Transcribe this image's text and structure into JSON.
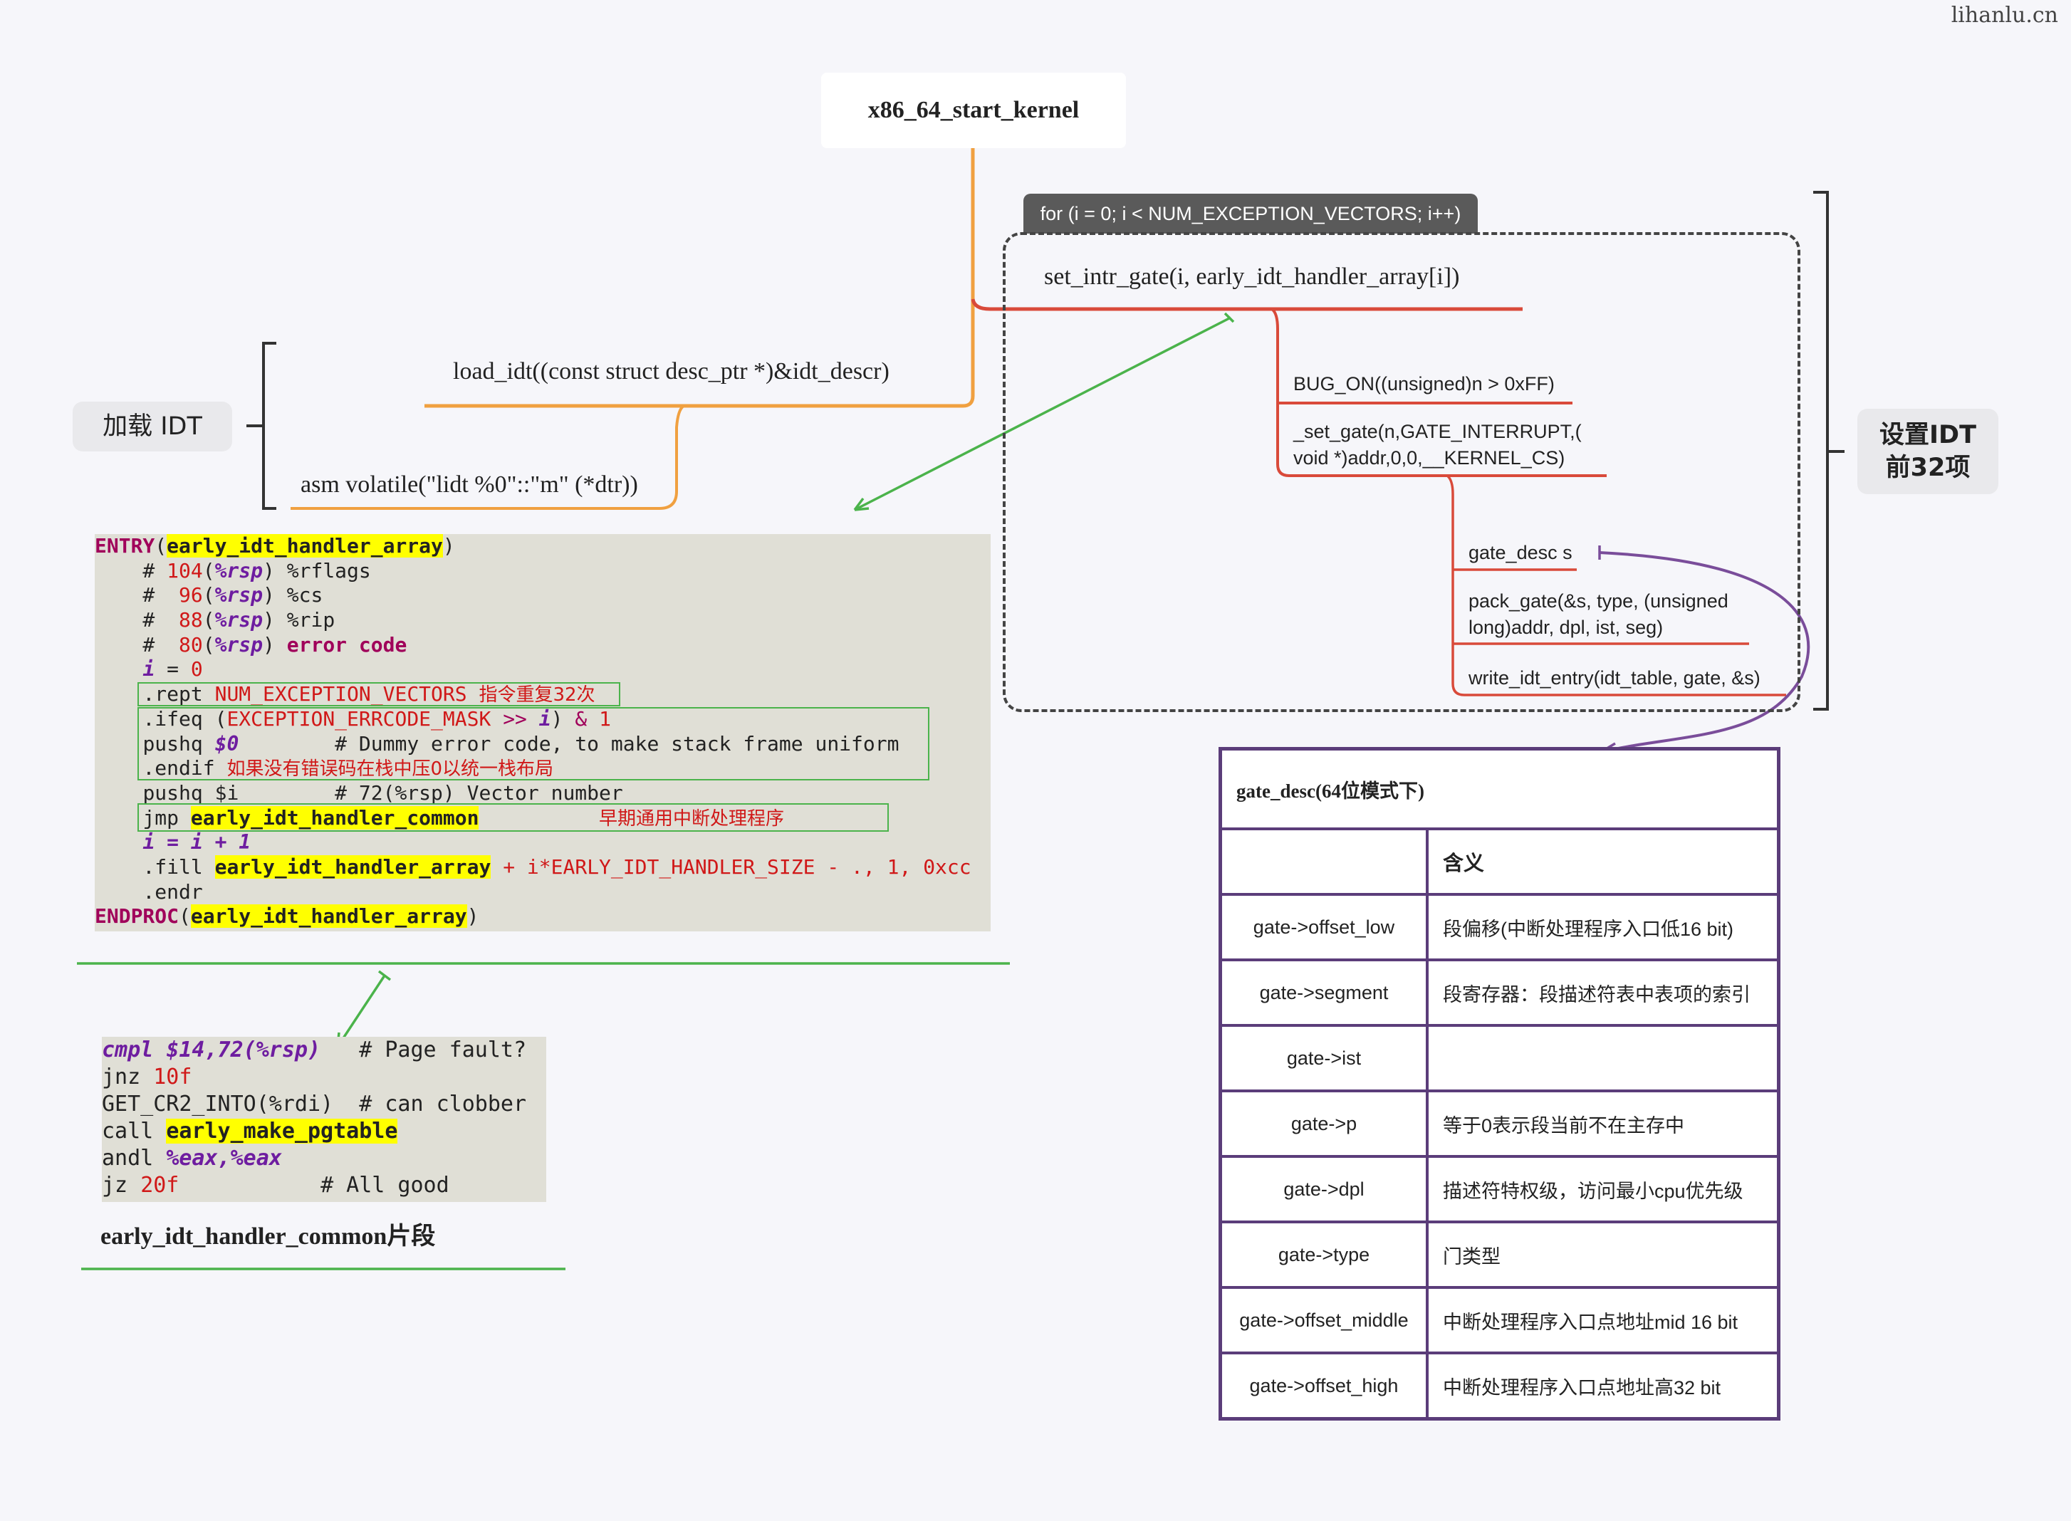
{
  "watermark": "lihanlu.cn",
  "root": "x86_64_start_kernel",
  "load_idt": {
    "pill": "加载 IDT",
    "call": "load_idt((const struct desc_ptr *)&idt_descr)",
    "asm": "asm volatile(\"lidt %0\"::\"m\" (*dtr))"
  },
  "setup_idt": {
    "pill_line1": "设置IDT",
    "pill_line2": "前32项",
    "loop_header": "for (i = 0; i < NUM_EXCEPTION_VECTORS; i++)",
    "set_intr_gate": "set_intr_gate(i, early_idt_handler_array[i])",
    "bug_on": "BUG_ON((unsigned)n > 0xFF)",
    "set_gate_line1": "_set_gate(n,GATE_INTERRUPT,(",
    "set_gate_line2": "void *)addr,0,0,__KERNEL_CS)",
    "gate_desc_s": "gate_desc s",
    "pack_gate_line1": "pack_gate(&s, type, (unsigned",
    "pack_gate_line2": "long)addr, dpl, ist, seg)",
    "write_idt_entry": "write_idt_entry(idt_table, gate, &s)"
  },
  "code_main": {
    "l1_kw": "ENTRY",
    "l1_arg": "early_idt_handler_array",
    "rflags_off": "104",
    "rflags_reg": "%rsp",
    "rflags_name": "%rflags",
    "cs_off": "96",
    "cs_name": "%cs",
    "rip_off": "88",
    "rip_name": "%rip",
    "err_off": "80",
    "err_name": "error code",
    "i_var": "i",
    "i_init": "0",
    "rept": ".rept",
    "rept_arg": "NUM_EXCEPTION_VECTORS",
    "rept_note": "指令重复32次",
    "ifeq": ".ifeq",
    "ifeq_mask": "EXCEPTION_ERRCODE_MASK",
    "ifeq_shift": ">>",
    "ifeq_and": "&",
    "ifeq_one": "1",
    "pushq": "pushq",
    "pushq_val": "$0",
    "pushq_cmt": "# Dummy error code, to make stack frame uniform",
    "endif": ".endif",
    "endif_note": "如果没有错误码在栈中压0以统一栈布局",
    "pushq_i": "pushq $i",
    "pushq_i_cmt": "# 72(%rsp) Vector number",
    "jmp": "jmp",
    "jmp_target": "early_idt_handler_common",
    "jmp_note": "早期通用中断处理程序",
    "inc": "i = i + 1",
    "fill": ".fill",
    "fill_arg": "early_idt_handler_array",
    "fill_rest": "+ i*EARLY_IDT_HANDLER_SIZE - ., 1, 0xcc",
    "endr": ".endr",
    "endproc_kw": "ENDPROC",
    "endproc_arg": "early_idt_handler_array"
  },
  "code_common": {
    "cmpl": "cmpl",
    "cmpl_args": "$14,72(%rsp)",
    "cmpl_cmt": "# Page fault?",
    "jnz": "jnz",
    "jnz_target": "10f",
    "getcr2": "GET_CR2_INTO(%rdi)",
    "getcr2_cmt": "# can clobber",
    "call": "call",
    "call_target": "early_make_pgtable",
    "andl": "andl",
    "andl_args": "%eax,%eax",
    "jz": "jz",
    "jz_target": "20f",
    "jz_cmt": "# All good",
    "caption": "early_idt_handler_common片段"
  },
  "gate_table": {
    "title": "gate_desc(64位模式下)",
    "header_meaning": "含义",
    "rows": [
      {
        "field": "gate->offset_low",
        "meaning": "段偏移(中断处理程序入口低16 bit)"
      },
      {
        "field": "gate->segment",
        "meaning": "段寄存器：段描述符表中表项的索引"
      },
      {
        "field": "gate->ist",
        "meaning": ""
      },
      {
        "field": "gate->p",
        "meaning": "等于0表示段当前不在主存中"
      },
      {
        "field": "gate->dpl",
        "meaning": "描述符特权级，访问最小cpu优先级"
      },
      {
        "field": "gate->type",
        "meaning": "门类型"
      },
      {
        "field": "gate->offset_middle",
        "meaning": "中断处理程序入口点地址mid 16 bit"
      },
      {
        "field": "gate->offset_high",
        "meaning": "中断处理程序入口点地址高32 bit"
      }
    ]
  },
  "colors": {
    "orange": "#f0a040",
    "red": "#d94a3a",
    "green": "#4bb34b",
    "purple": "#7a4d9a",
    "table_border": "#5b3d7a"
  }
}
